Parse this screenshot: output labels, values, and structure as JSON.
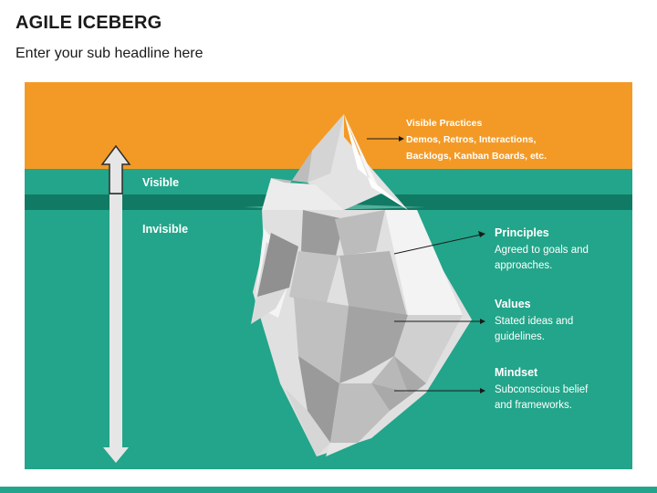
{
  "header": {
    "title": "AGILE ICEBERG",
    "subtitle": "Enter your sub headline here"
  },
  "colors": {
    "sky": "#f39a26",
    "water": "#22a58a",
    "water_dark": "#117a64",
    "ice_light": "#f2f2f2",
    "ice_mid": "#c8c8c8",
    "ice_dark": "#8c8c8c"
  },
  "levels": {
    "visible": "Visible",
    "invisible": "Invisible"
  },
  "visible_practices": {
    "title": "Visible Practices",
    "line1": "Demos, Retros, Interactions,",
    "line2": "Backlogs, Kanban Boards, etc."
  },
  "items": [
    {
      "title": "Principles",
      "line1": "Agreed to goals and",
      "line2": "approaches."
    },
    {
      "title": "Values",
      "line1": "Stated ideas and",
      "line2": "guidelines."
    },
    {
      "title": "Mindset",
      "line1": "Subconscious belief",
      "line2": "and frameworks."
    }
  ],
  "icons": {
    "depth_arrow": "double-headed-vertical-arrow-icon",
    "pointer": "right-arrow-icon"
  }
}
